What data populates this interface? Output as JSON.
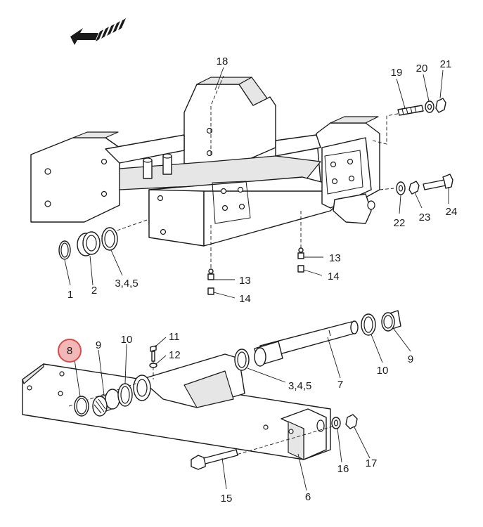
{
  "callouts": {
    "c1": "1",
    "c2": "2",
    "c345a": "3,4,5",
    "c345b": "3,4,5",
    "c6": "6",
    "c7": "7",
    "c8": "8",
    "c9a": "9",
    "c9b": "9",
    "c10a": "10",
    "c10b": "10",
    "c11": "11",
    "c12": "12",
    "c13a": "13",
    "c13b": "13",
    "c14a": "14",
    "c14b": "14",
    "c15": "15",
    "c16": "16",
    "c17": "17",
    "c18": "18",
    "c19": "19",
    "c20": "20",
    "c21": "21",
    "c22": "22",
    "c23": "23",
    "c24": "24"
  },
  "highlight": {
    "callout": "8",
    "color": "#d94b4b"
  },
  "icons": {
    "direction": "forward-arrow-icon"
  }
}
